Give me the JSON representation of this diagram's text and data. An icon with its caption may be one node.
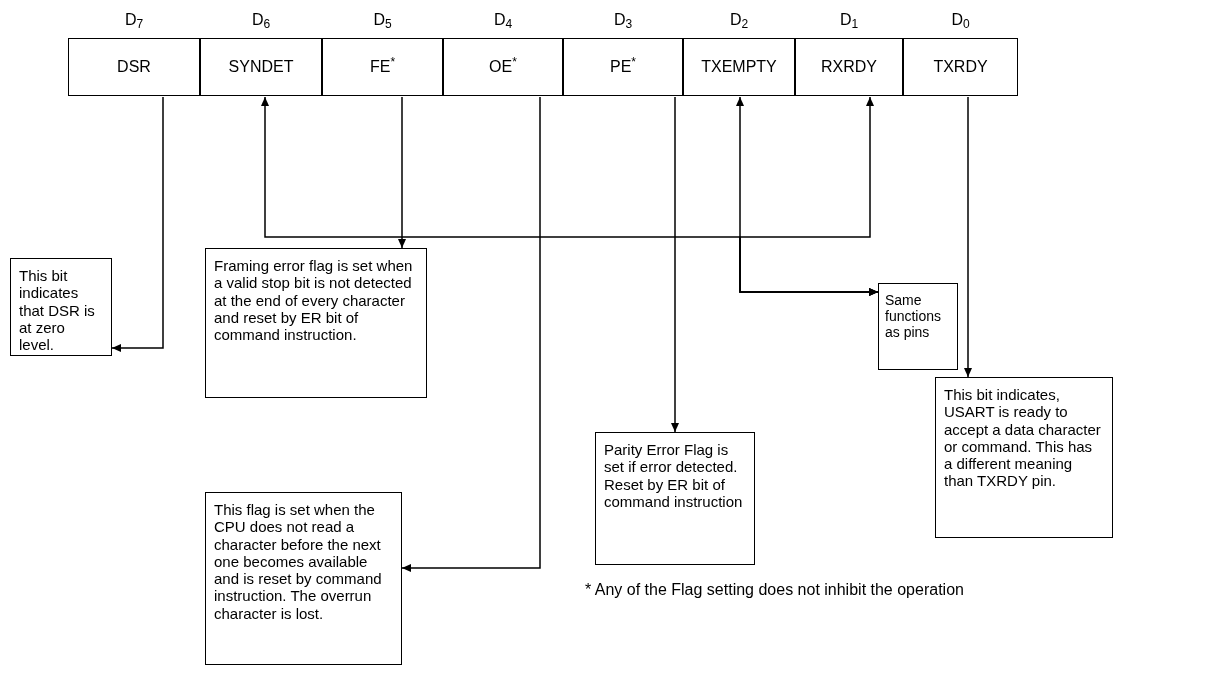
{
  "diagram": {
    "nodes": [
      {
        "text": [
          "DSR"
        ],
        "beside": [
          "D$_{7}$"
        ]
      },
      {
        "text": [
          "SYNDET"
        ],
        "beside": [
          "D$_{6}$"
        ]
      },
      {
        "text": [
          "FE$^{*}$"
        ],
        "beside": [
          "D$_{5}$"
        ]
      },
      {
        "text": [
          "OE$^{*}$"
        ],
        "beside": [
          "D$_{4}$"
        ]
      },
      {
        "text": [
          "PE$^{*}$"
        ],
        "beside": [
          "D$_{3}$"
        ]
      },
      {
        "text": [
          "TXEMPTY"
        ],
        "beside": [
          "D$_{2}$"
        ]
      },
      {
        "text": [
          "RXRDY"
        ],
        "beside": [
          "D$_{1}$"
        ]
      },
      {
        "text": [
          "TXRDY"
        ],
        "beside": [
          "D$_{0}$"
        ]
      },
      {
        "text": [
          "This bit indicates that DSR is at zero level."
        ]
      },
      {
        "text": [
          "Framing error flag is set when a valid stop bit is not detected at the end of every character and reset by ER bit of command instruction."
        ]
      },
      {
        "text": [
          "Same functions as pins"
        ]
      },
      {
        "text": [
          "This flag is set when the CPU does not read a character before the next one becomes available and is reset by command instruction. The overrun character is lost."
        ]
      },
      {
        "text": [
          "Parity Error Flag is set if error detected. Reset by ER bit of command instruction"
        ]
      },
      {
        "text": [
          "This bit indicates, USART is ready to accept a data character or command. This has a different meaning than TXRDY pin."
        ]
      }
    ],
    "edges": [
      {
        "from": 0,
        "to": 8,
        "arrow": "to"
      },
      {
        "from": 2,
        "to": 9,
        "arrow": "to"
      },
      {
        "from": 3,
        "to": 11,
        "arrow": "to"
      },
      {
        "from": 4,
        "to": 12,
        "arrow": "to"
      },
      {
        "from": 7,
        "to": 13,
        "arrow": "to"
      },
      {
        "from": 1,
        "to": 10,
        "arrow": "both"
      },
      {
        "from": 5,
        "to": 10,
        "arrow": "both"
      },
      {
        "from": 6,
        "to": 10,
        "arrow": "both"
      }
    ],
    "labels": [
      "* Any of the Flag setting does not inhibit the operation"
    ]
  }
}
